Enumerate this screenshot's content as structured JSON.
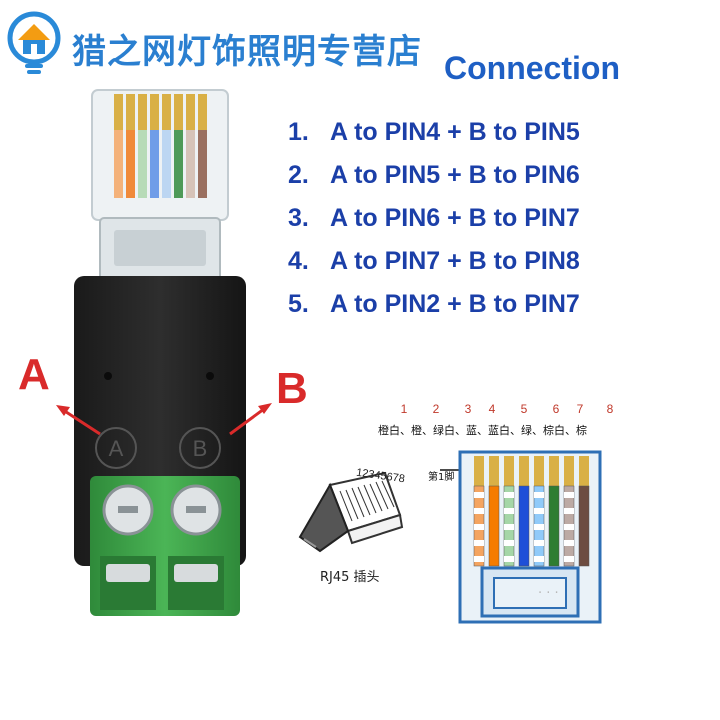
{
  "header": {
    "shop_name": "猎之网灯饰照明专营店",
    "logo_icon": "house-bulb-logo-icon"
  },
  "connection": {
    "title": "Connection",
    "items": [
      {
        "num": "1.",
        "text": "A to PIN4 + B to PIN5"
      },
      {
        "num": "2.",
        "text": "A to PIN5 + B to PIN6"
      },
      {
        "num": "3.",
        "text": "A to PIN6 + B to PIN7"
      },
      {
        "num": "4.",
        "text": "A to PIN7 + B to PIN8"
      },
      {
        "num": "5.",
        "text": "A to PIN2 + B to PIN7"
      }
    ]
  },
  "adapter": {
    "label_a": "A",
    "label_b": "B",
    "terminal_a": "A",
    "terminal_b": "B"
  },
  "rj45": {
    "digits": "12345678",
    "label": "RJ45 插头"
  },
  "pinout": {
    "pins": [
      "1",
      "2",
      "3",
      "4",
      "5",
      "6",
      "7",
      "8"
    ],
    "colors_text": "橙白、橙、绿白、蓝、蓝白、绿、棕白、棕",
    "pin1_label": "第1脚",
    "wire_colors": [
      "#f4a460",
      "#f57c00",
      "#a5d6a7",
      "#1e4fd8",
      "#90caf9",
      "#2e7d32",
      "#bcaaa4",
      "#6d4c41"
    ]
  },
  "colors": {
    "brand_blue": "#2a7fd0",
    "title_blue": "#1e5fc4",
    "list_blue": "#1b3fa8",
    "label_red": "#d92a2a",
    "terminal_green": "#3ea34a"
  }
}
